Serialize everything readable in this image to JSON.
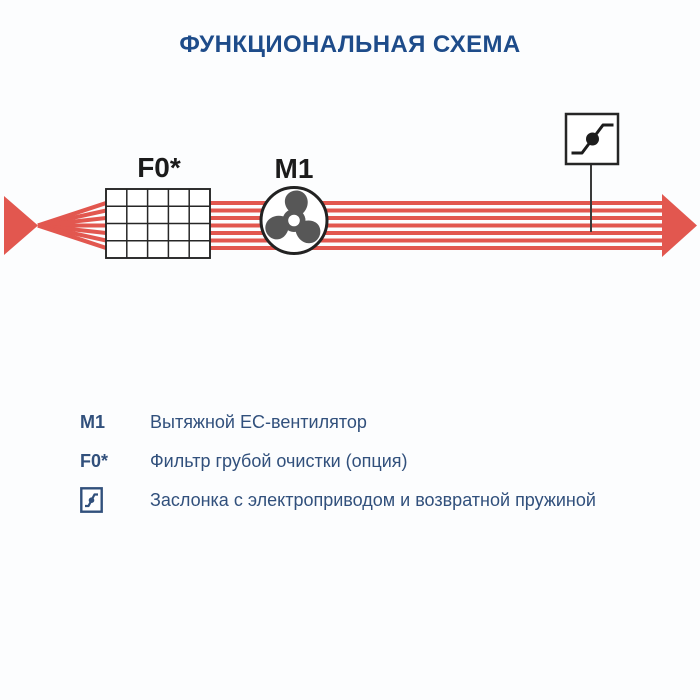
{
  "title": "ФУНКЦИОНАЛЬНАЯ СХЕМА",
  "colors": {
    "airflow-red": "#e2574f",
    "title-blue": "#1e4c8a",
    "legend-blue": "#31507c",
    "outline-dark": "#262626",
    "label-dark": "#1b1b1b",
    "blade-gray": "#575757",
    "background": "#fcfdfe"
  },
  "diagram": {
    "filter_label": "F0*",
    "fan_label": "М1",
    "airflow_direction": "left-to-right",
    "duct_line_count": 7
  },
  "legend": {
    "items": [
      {
        "key": "М1",
        "description": "Вытяжной ЕС-вентилятор"
      },
      {
        "key": "F0*",
        "description": "Фильтр грубой очистки (опция)"
      },
      {
        "key_icon": "damper-icon",
        "description": "Заслонка с электроприводом и возвратной пружиной"
      }
    ]
  }
}
